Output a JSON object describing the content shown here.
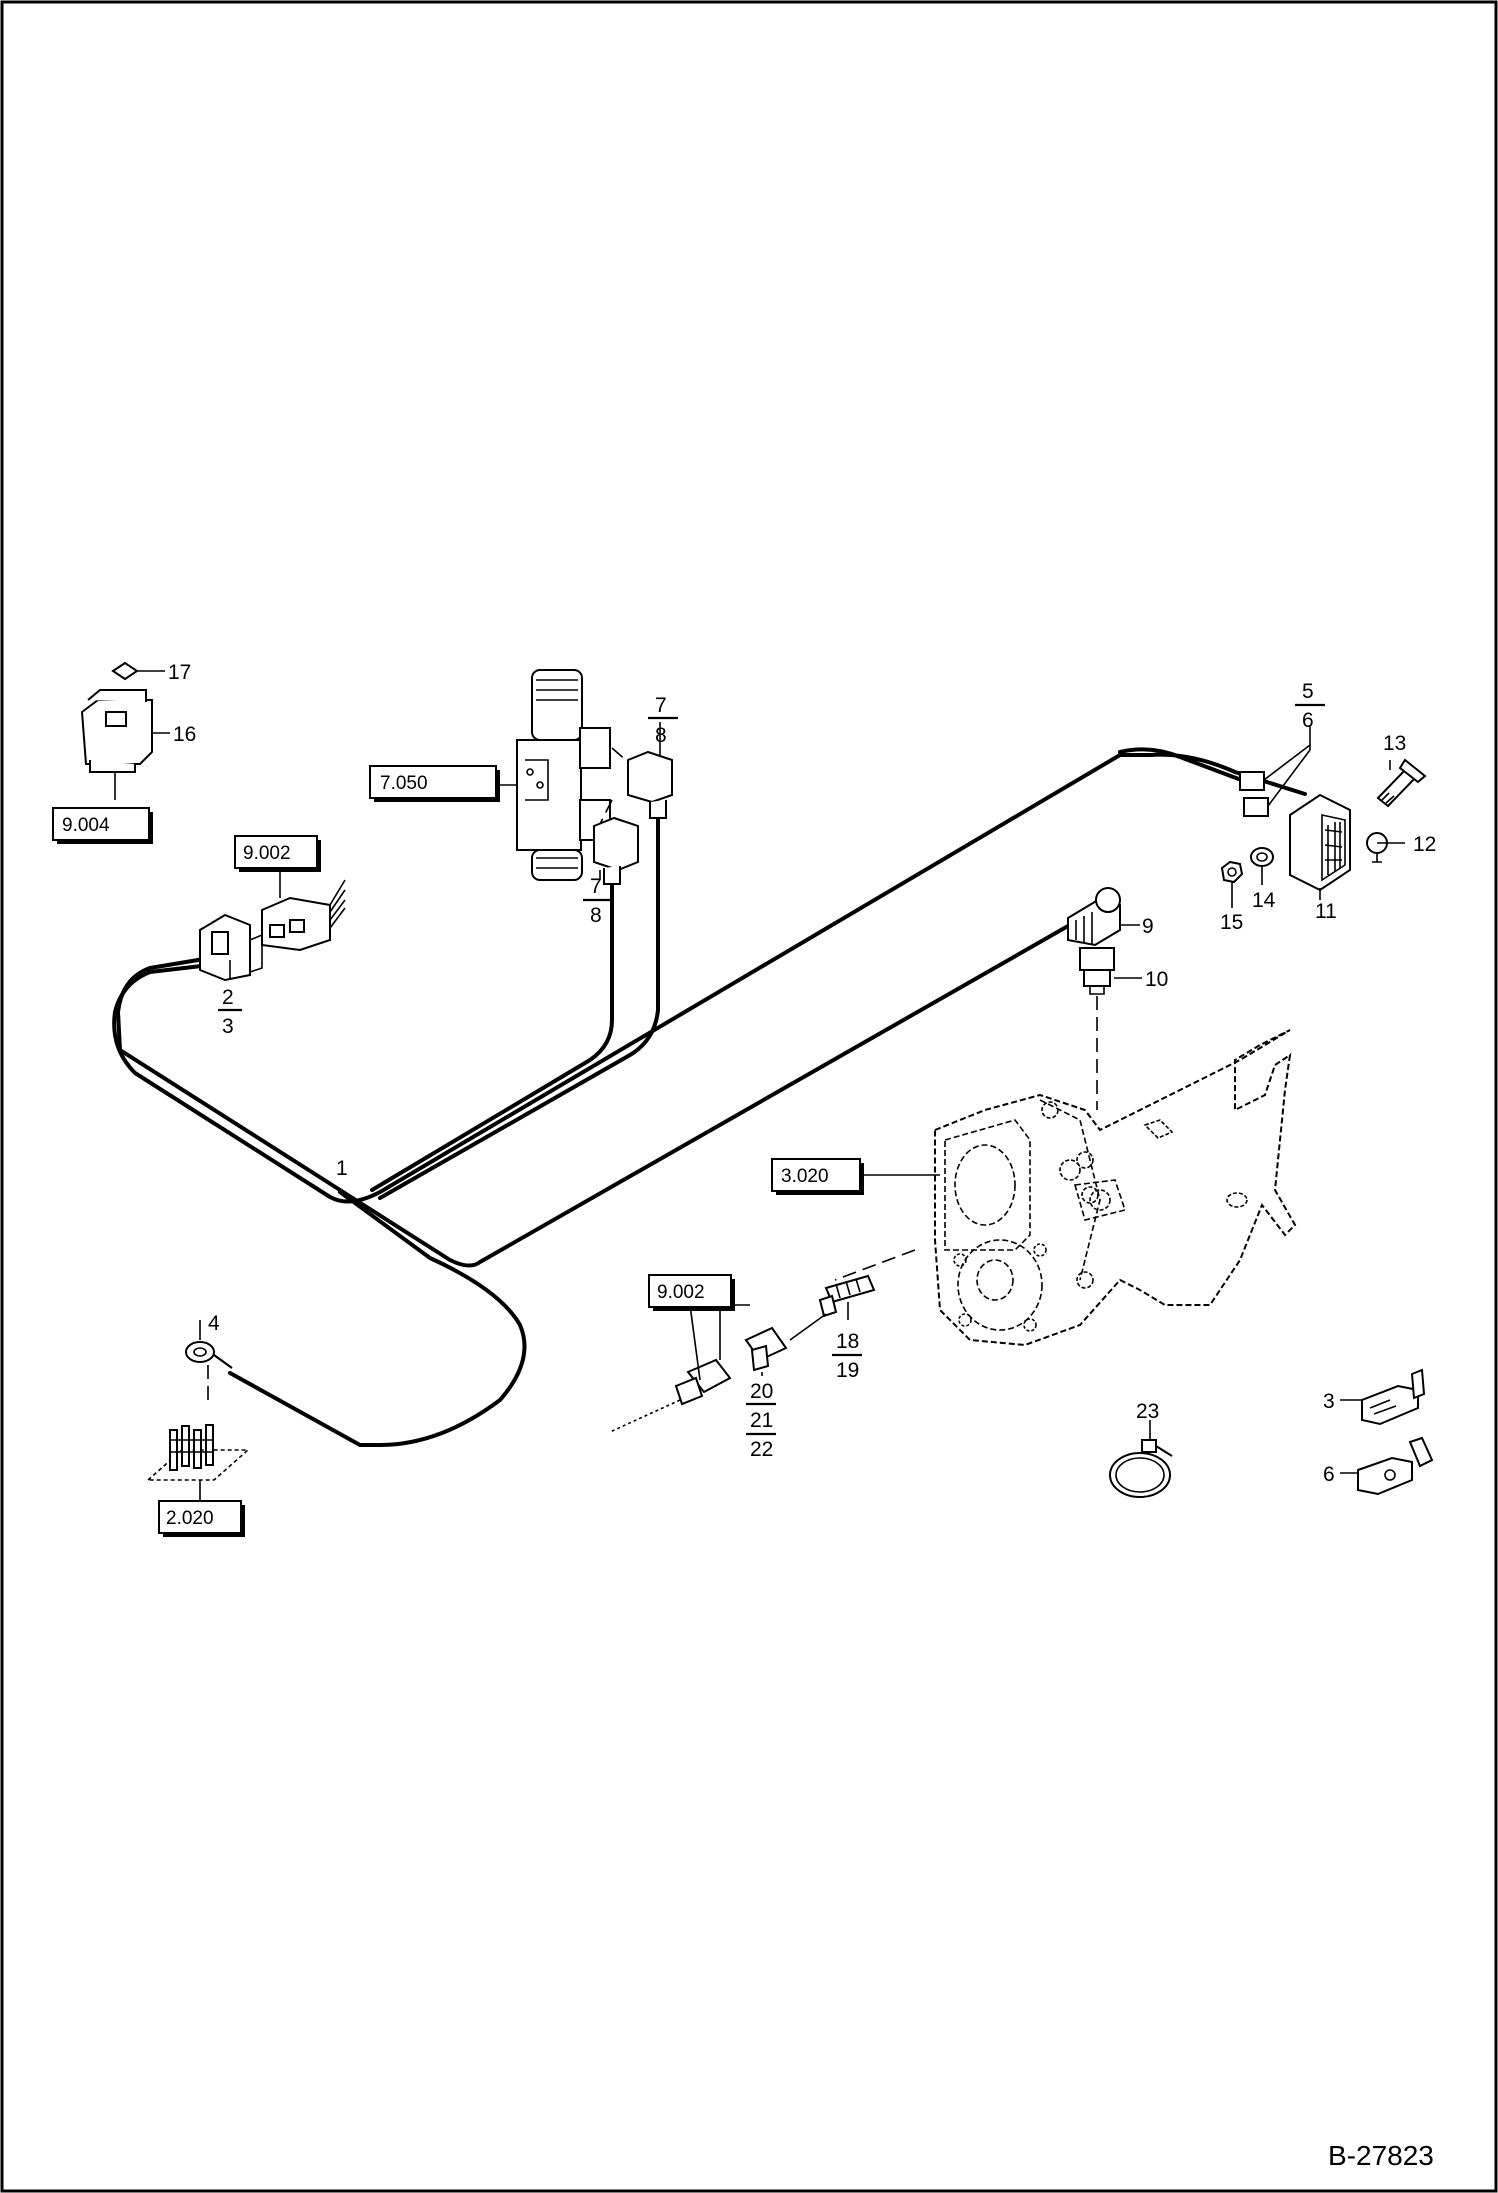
{
  "drawing": {
    "document_number": "B-27823"
  },
  "references": {
    "valve_block": "7.050",
    "control_unit_a": "9.002",
    "switch_panel": "9.004",
    "transmission": "3.020",
    "sensor_harness": "9.002",
    "ground_terminal": "2.020"
  },
  "callouts": {
    "c1": "1",
    "c2": "2",
    "c3": "3",
    "c3b": "3",
    "c4": "4",
    "c5": "5",
    "c6": "6",
    "c6b": "6",
    "c7a": "7",
    "c8a": "8",
    "c7b": "7",
    "c8b": "8",
    "c9": "9",
    "c10": "10",
    "c11": "11",
    "c12": "12",
    "c13": "13",
    "c14": "14",
    "c15": "15",
    "c16": "16",
    "c17": "17",
    "c18": "18",
    "c19": "19",
    "c20": "20",
    "c21": "21",
    "c22": "22",
    "c23": "23"
  }
}
